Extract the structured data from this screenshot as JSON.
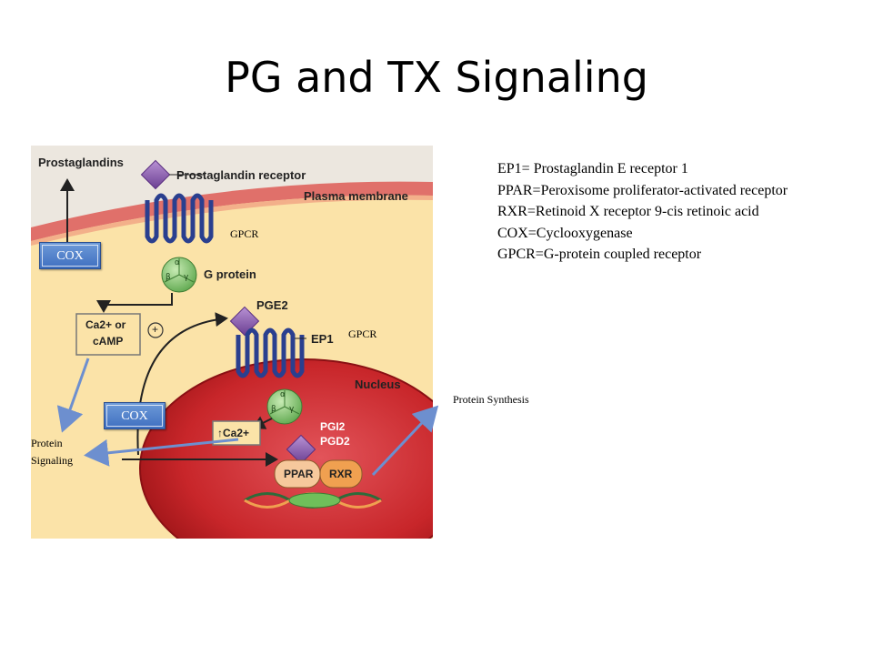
{
  "slide": {
    "title": "PG and TX Signaling"
  },
  "figure": {
    "prostaglandins": "Prostaglandins",
    "prostaglandin_receptor": "Prostaglandin receptor",
    "plasma_membrane": "Plasma membrane",
    "g_protein": "G protein",
    "ca_camp_line1": "Ca2+ or",
    "ca_camp_line2": "cAMP",
    "plus": "+",
    "pge2": "PGE2",
    "ep1": "EP1",
    "nucleus": "Nucleus",
    "ca2": "↑Ca2+",
    "pgi2": "PGI2",
    "pgd2": "PGD2",
    "ppar": "PPAR",
    "rxr": "RXR",
    "alpha": "α",
    "beta": "β",
    "gamma": "γ"
  },
  "annotations": {
    "gpcr_top": "GPCR",
    "gpcr_mid": "GPCR",
    "protein_synthesis": "Protein Synthesis",
    "protein_signaling_line1": "Protein",
    "protein_signaling_line2": "Signaling",
    "cox_top": "COX",
    "cox_bottom": "COX"
  },
  "definitions": [
    "EP1= Prostaglandin E receptor 1",
    "PPAR=Peroxisome proliferator-activated receptor",
    "RXR=Retinoid X receptor 9-cis retinoic acid",
    "COX=Cyclooxygenase",
    "GPCR=G-protein coupled receptor"
  ],
  "colors": {
    "cytoplasm": "#fbe3a8",
    "membrane": "#e0706a",
    "nucleus": "#c8262a",
    "receptor": "#2a3f8f",
    "ligand": "#8a5cae",
    "gprotein": "#7cbf6a",
    "cox_box": "#4f7fcf",
    "arrow_blue": "#6d8fcf"
  }
}
